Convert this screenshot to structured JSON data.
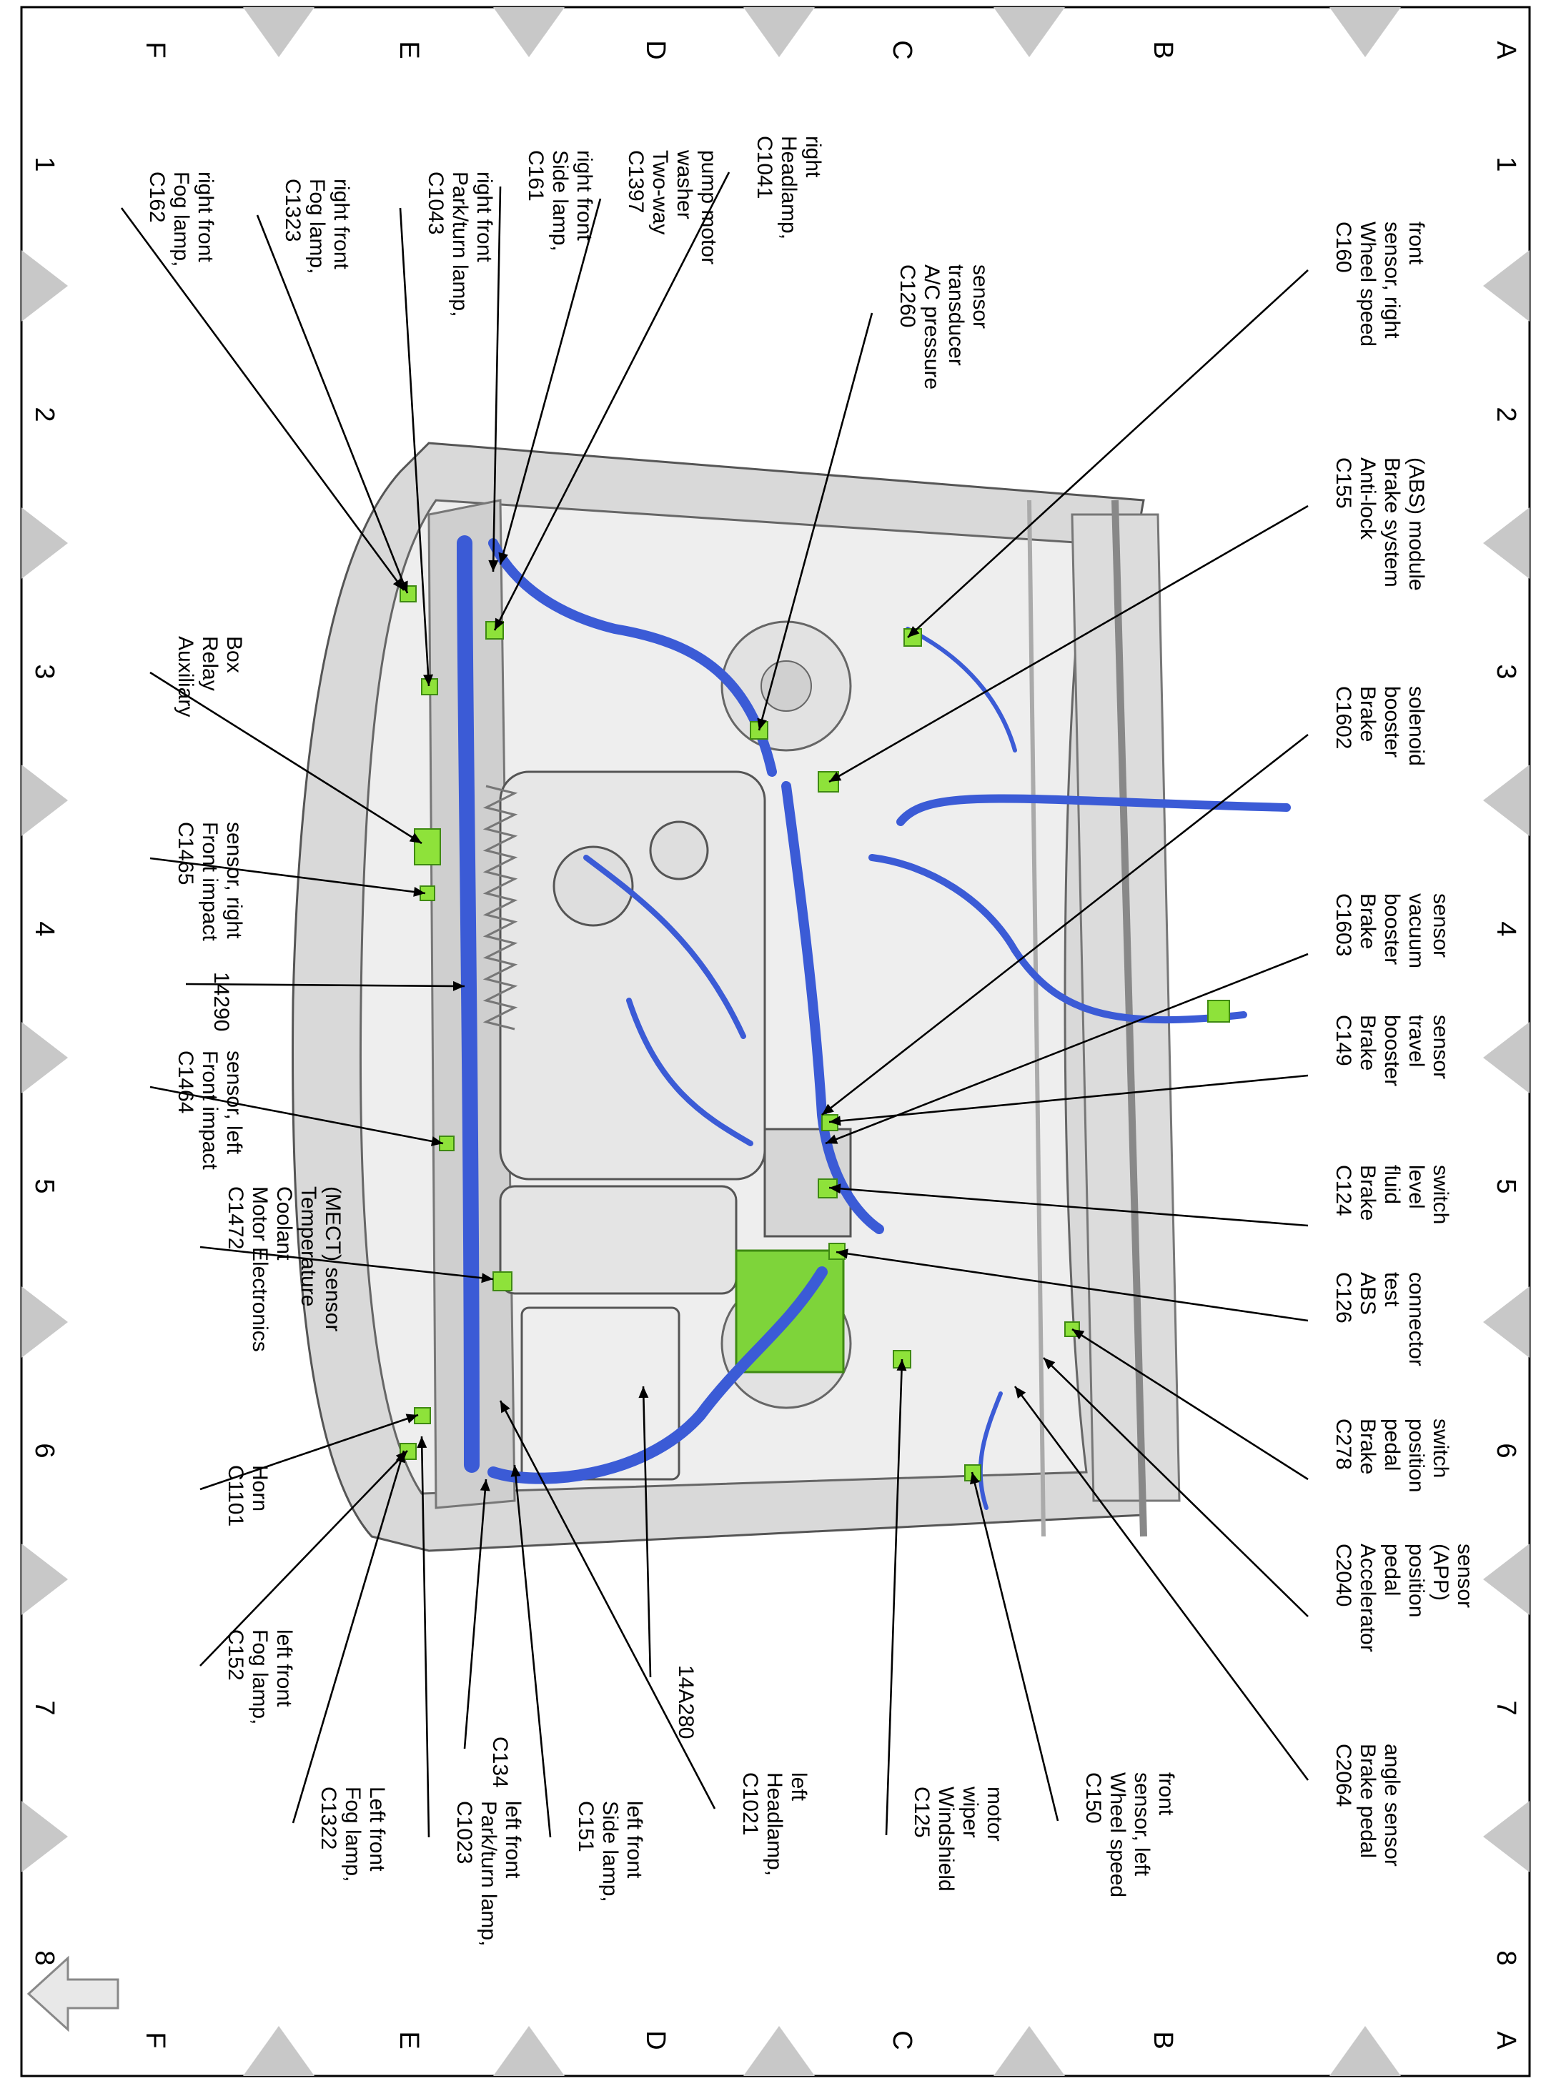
{
  "grid": {
    "columns": [
      "1",
      "2",
      "3",
      "4",
      "5",
      "6",
      "7",
      "8"
    ],
    "rows": [
      "A",
      "B",
      "C",
      "D",
      "E",
      "F"
    ]
  },
  "nav": {
    "back_arrow": "back-arrow-icon"
  },
  "callouts": [
    {
      "id": "C160",
      "lines": [
        "C160",
        "Wheel speed",
        "sensor, right",
        "front"
      ]
    },
    {
      "id": "C155",
      "lines": [
        "C155",
        "Anti-lock",
        "Brake system",
        "(ABS) module"
      ]
    },
    {
      "id": "C1602",
      "lines": [
        "C1602",
        "Brake",
        "booster",
        "solenoid"
      ]
    },
    {
      "id": "C1603",
      "lines": [
        "C1603",
        "Brake",
        "booster",
        "vacuum",
        "sensor"
      ]
    },
    {
      "id": "C149",
      "lines": [
        "C149",
        "Brake",
        "booster",
        "travel",
        "sensor"
      ]
    },
    {
      "id": "C124",
      "lines": [
        "C124",
        "Brake",
        "fluid",
        "level",
        "switch"
      ]
    },
    {
      "id": "C126",
      "lines": [
        "C126",
        "ABS",
        "test",
        "connector"
      ]
    },
    {
      "id": "C278",
      "lines": [
        "C278",
        "Brake",
        "pedal",
        "position",
        "switch"
      ]
    },
    {
      "id": "C2040",
      "lines": [
        "C2040",
        "Accelerator",
        "pedal",
        "position",
        "(APP)",
        "sensor"
      ]
    },
    {
      "id": "C2064",
      "lines": [
        "C2064",
        "Brake pedal",
        "angle sensor"
      ]
    },
    {
      "id": "C150",
      "lines": [
        "C150",
        "Wheel speed",
        "sensor, left",
        "front"
      ]
    },
    {
      "id": "C1260",
      "lines": [
        "C1260",
        "A/C pressure",
        "transducer",
        "sensor"
      ]
    },
    {
      "id": "C1041",
      "lines": [
        "C1041",
        "Headlamp,",
        "right"
      ]
    },
    {
      "id": "C125",
      "lines": [
        "C125",
        "Windshield",
        "wiper",
        "motor"
      ]
    },
    {
      "id": "C1397",
      "lines": [
        "C1397",
        "Two-way",
        "washer",
        "pump motor"
      ]
    },
    {
      "id": "14A280",
      "lines": [
        "14A280"
      ]
    },
    {
      "id": "C1021",
      "lines": [
        "C1021",
        "Headlamp,",
        "left"
      ]
    },
    {
      "id": "C161",
      "lines": [
        "C161",
        "Side lamp,",
        "right front"
      ]
    },
    {
      "id": "C151",
      "lines": [
        "C151",
        "Side lamp,",
        "left front"
      ]
    },
    {
      "id": "C1043",
      "lines": [
        "C1043",
        "Park/turn lamp,",
        "right front"
      ]
    },
    {
      "id": "C134",
      "lines": [
        "C134"
      ]
    },
    {
      "id": "C1023",
      "lines": [
        "C1023",
        "Park/turn lamp,",
        "left front"
      ]
    },
    {
      "id": "C1323",
      "lines": [
        "C1323",
        "Fog lamp,",
        "right front"
      ]
    },
    {
      "id": "C1322",
      "lines": [
        "C1322",
        "Fog lamp,",
        "Left front"
      ]
    },
    {
      "id": "C162",
      "lines": [
        "C162",
        "Fog lamp,",
        "right front"
      ]
    },
    {
      "id": "C152",
      "lines": [
        "C152",
        "Fog lamp,",
        "left front"
      ]
    },
    {
      "id": "AUX",
      "lines": [
        "Auxiliary",
        "Relay",
        "Box"
      ]
    },
    {
      "id": "C1465",
      "lines": [
        "C1465",
        "Front impact",
        "sensor, right"
      ]
    },
    {
      "id": "14290",
      "lines": [
        "14290"
      ]
    },
    {
      "id": "C1464",
      "lines": [
        "C1464",
        "Front impact",
        "sensor, left"
      ]
    },
    {
      "id": "C1472",
      "lines": [
        "C1472",
        "Motor Electronics",
        "Coolant",
        "Temperature",
        "(MECT) sensor"
      ]
    },
    {
      "id": "C1101",
      "lines": [
        "C1101",
        "Horn"
      ]
    }
  ]
}
